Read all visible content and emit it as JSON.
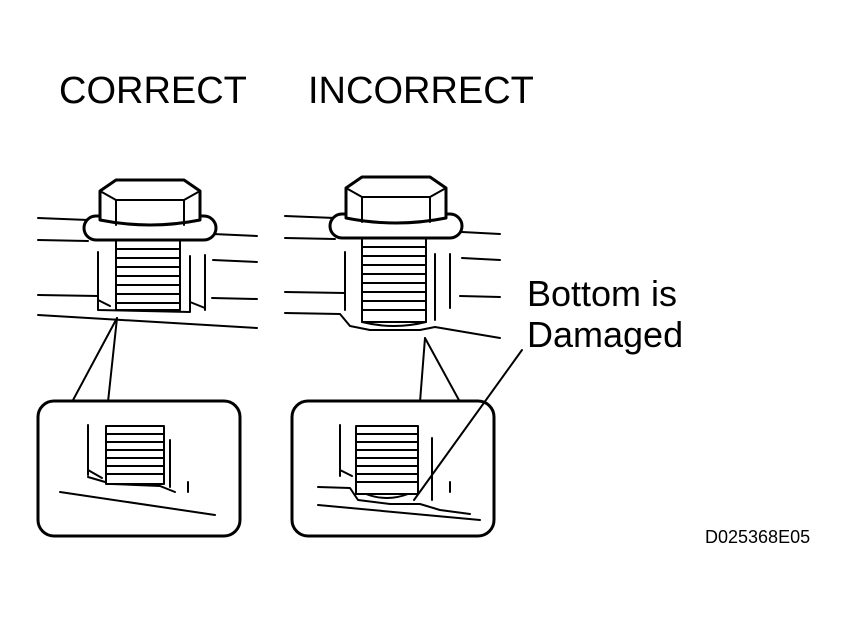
{
  "labels": {
    "correct": "CORRECT",
    "incorrect": "INCORRECT",
    "damage_line1": "Bottom is",
    "damage_line2": "Damaged",
    "figure_code": "D025368E05"
  },
  "colors": {
    "line": "#000000",
    "background": "#ffffff"
  },
  "panels": [
    {
      "name": "correct",
      "bottom_damaged": false
    },
    {
      "name": "incorrect",
      "bottom_damaged": true
    }
  ]
}
